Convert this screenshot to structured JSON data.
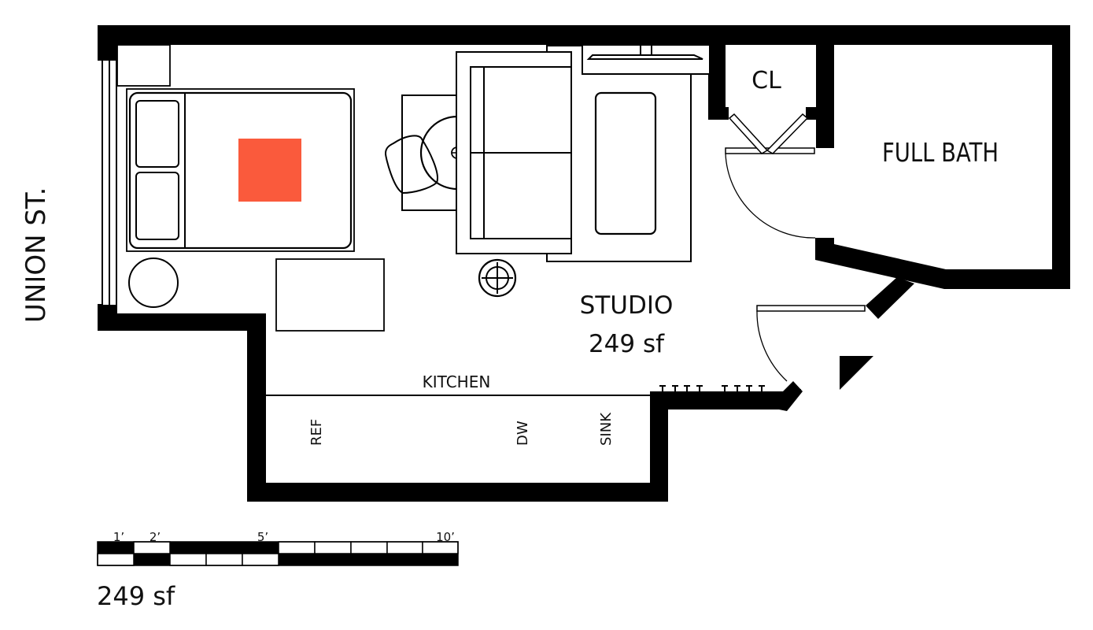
{
  "plan": {
    "street_label": "UNION ST.",
    "rooms": [
      {
        "id": "studio",
        "name": "STUDIO",
        "area": "249 sf"
      },
      {
        "id": "closet",
        "name": "CL"
      },
      {
        "id": "bath",
        "name": "FULL BATH"
      },
      {
        "id": "kitchen",
        "name": "KITCHEN"
      }
    ],
    "appliances": [
      {
        "id": "ref",
        "label": "REF"
      },
      {
        "id": "dw",
        "label": "DW"
      },
      {
        "id": "sink",
        "label": "SINK"
      }
    ],
    "total_area": "249 sf",
    "highlight_color": "#FA5A3C",
    "scale_bar": {
      "ticks": [
        {
          "label": "1’",
          "feet": 1
        },
        {
          "label": "2’",
          "feet": 2
        },
        {
          "label": "5’",
          "feet": 5
        },
        {
          "label": "10’",
          "feet": 10
        }
      ]
    }
  }
}
